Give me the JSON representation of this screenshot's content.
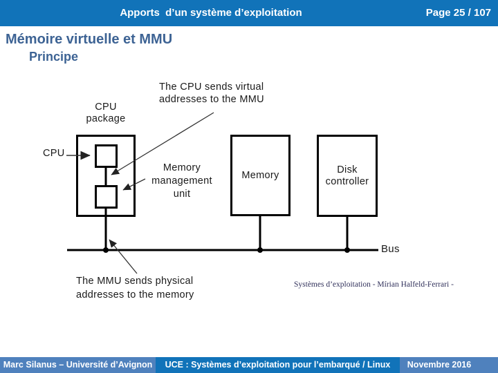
{
  "header": {
    "title": "Apports  d’un système d’exploitation",
    "page_label": "Page 25 / 107"
  },
  "slide": {
    "title": "Mémoire virtuelle et MMU",
    "subtitle": "Principe"
  },
  "diagram": {
    "annotation_top_line1": "The CPU sends virtual",
    "annotation_top_line2": "addresses to the MMU",
    "cpu_package_line1": "CPU",
    "cpu_package_line2": "package",
    "cpu_label": "CPU",
    "mmu_line1": "Memory",
    "mmu_line2": "management",
    "mmu_line3": "unit",
    "memory_label": "Memory",
    "disk_line1": "Disk",
    "disk_line2": "controller",
    "bus_label": "Bus",
    "annotation_bottom_line1": "The MMU sends physical",
    "annotation_bottom_line2": "addresses to the memory"
  },
  "attribution": "Systèmes d’exploitation - Mírian Halfeld-Ferrari -",
  "footer": {
    "left": "Marc Silanus – Université d’Avignon",
    "center": "UCE : Systèmes d’exploitation pour l’embarqué / Linux",
    "right": "Novembre 2016"
  },
  "colors": {
    "header_blue": "#1173b9",
    "footer_accent_blue": "#4f81bd",
    "title_color": "#3d6394",
    "diagram_ink": "#000000",
    "attribution_color": "#30305a"
  }
}
